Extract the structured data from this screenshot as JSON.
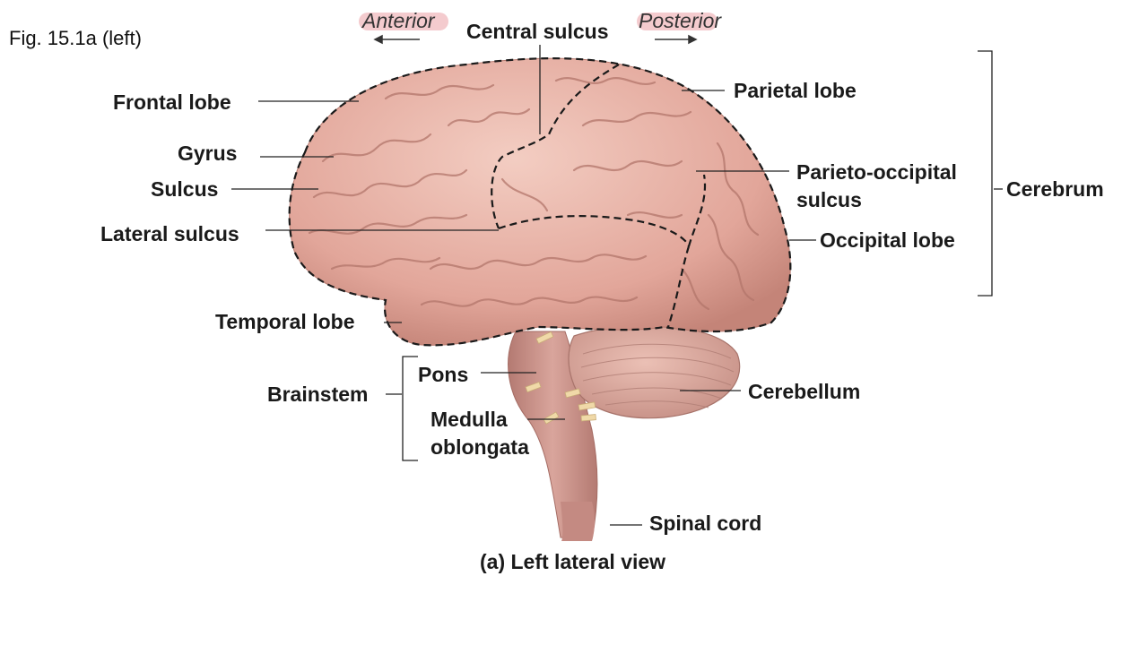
{
  "figure": {
    "id_label": "Fig. 15.1a (left)",
    "caption": "(a) Left lateral view"
  },
  "orientation": {
    "anterior": "Anterior",
    "posterior": "Posterior"
  },
  "labels": {
    "central_sulcus": "Central sulcus",
    "frontal_lobe": "Frontal lobe",
    "parietal_lobe": "Parietal lobe",
    "gyrus": "Gyrus",
    "sulcus": "Sulcus",
    "parieto_occipital_1": "Parieto-occipital",
    "parieto_occipital_2": "sulcus",
    "cerebrum": "Cerebrum",
    "lateral_sulcus": "Lateral sulcus",
    "occipital_lobe": "Occipital lobe",
    "temporal_lobe": "Temporal lobe",
    "pons": "Pons",
    "brainstem": "Brainstem",
    "cerebellum": "Cerebellum",
    "medulla_1": "Medulla",
    "medulla_2": "oblongata",
    "spinal_cord": "Spinal cord"
  },
  "colors": {
    "cortex": "#e2a69a",
    "cortex_light": "#f1c6bb",
    "cortex_dark": "#b9786d",
    "cerebellum": "#d9a49a",
    "brainstem": "#c98c84",
    "nerve": "#f0d9a8",
    "leader": "#222222",
    "dashed": "#1a1a1a"
  }
}
